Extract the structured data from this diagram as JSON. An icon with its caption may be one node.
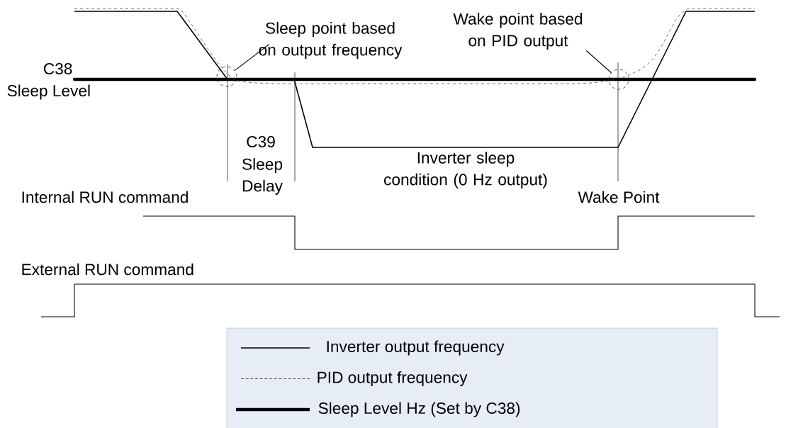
{
  "diagram": {
    "nodes": [
      {
        "text": [
          "Sleep point based on output frequency"
        ]
      },
      {
        "text": [
          "Wake point based on PID output"
        ]
      },
      {
        "text": [],
        "shape": "circle"
      },
      {
        "text": [],
        "shape": "circle"
      }
    ],
    "edges": [
      {
        "from": 0,
        "to": 2,
        "arrow": "none"
      },
      {
        "from": 1,
        "to": 3,
        "arrow": "none"
      }
    ],
    "labels": [
      "C38",
      "Sleep Level",
      "C39",
      "Sleep Delay",
      "Inverter sleep condition (0 Hz output)",
      "Internal RUN command",
      "Wake Point",
      "External RUN command"
    ],
    "legend": [
      {
        "text": "Inverter output frequency"
      },
      {
        "text": "PID output frequency"
      },
      {
        "text": "Sleep Level Hz (Set by C38)"
      }
    ]
  }
}
